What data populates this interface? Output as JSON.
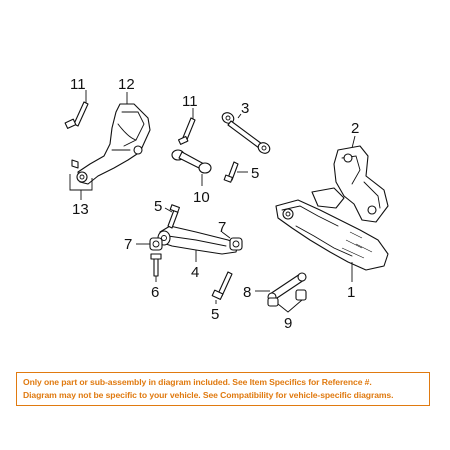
{
  "diagram": {
    "callouts": {
      "c11a": "11",
      "c12": "12",
      "c13": "13",
      "c11b": "11",
      "c3": "3",
      "c10": "10",
      "c5a": "5",
      "c2": "2",
      "c5b": "5",
      "c7a": "7",
      "c7b": "7",
      "c4": "4",
      "c6": "6",
      "c5c": "5",
      "c8": "8",
      "c9": "9",
      "c1": "1"
    }
  },
  "notice": {
    "line1": "Only one part or sub-assembly in diagram included. See Item Specifics for Reference #.",
    "line2": "Diagram may not be specific to your vehicle. See Compatibility for vehicle-specific diagrams."
  },
  "colors": {
    "notice_text": "#E07A10",
    "notice_border": "#E07A10",
    "line_art": "#111111"
  }
}
